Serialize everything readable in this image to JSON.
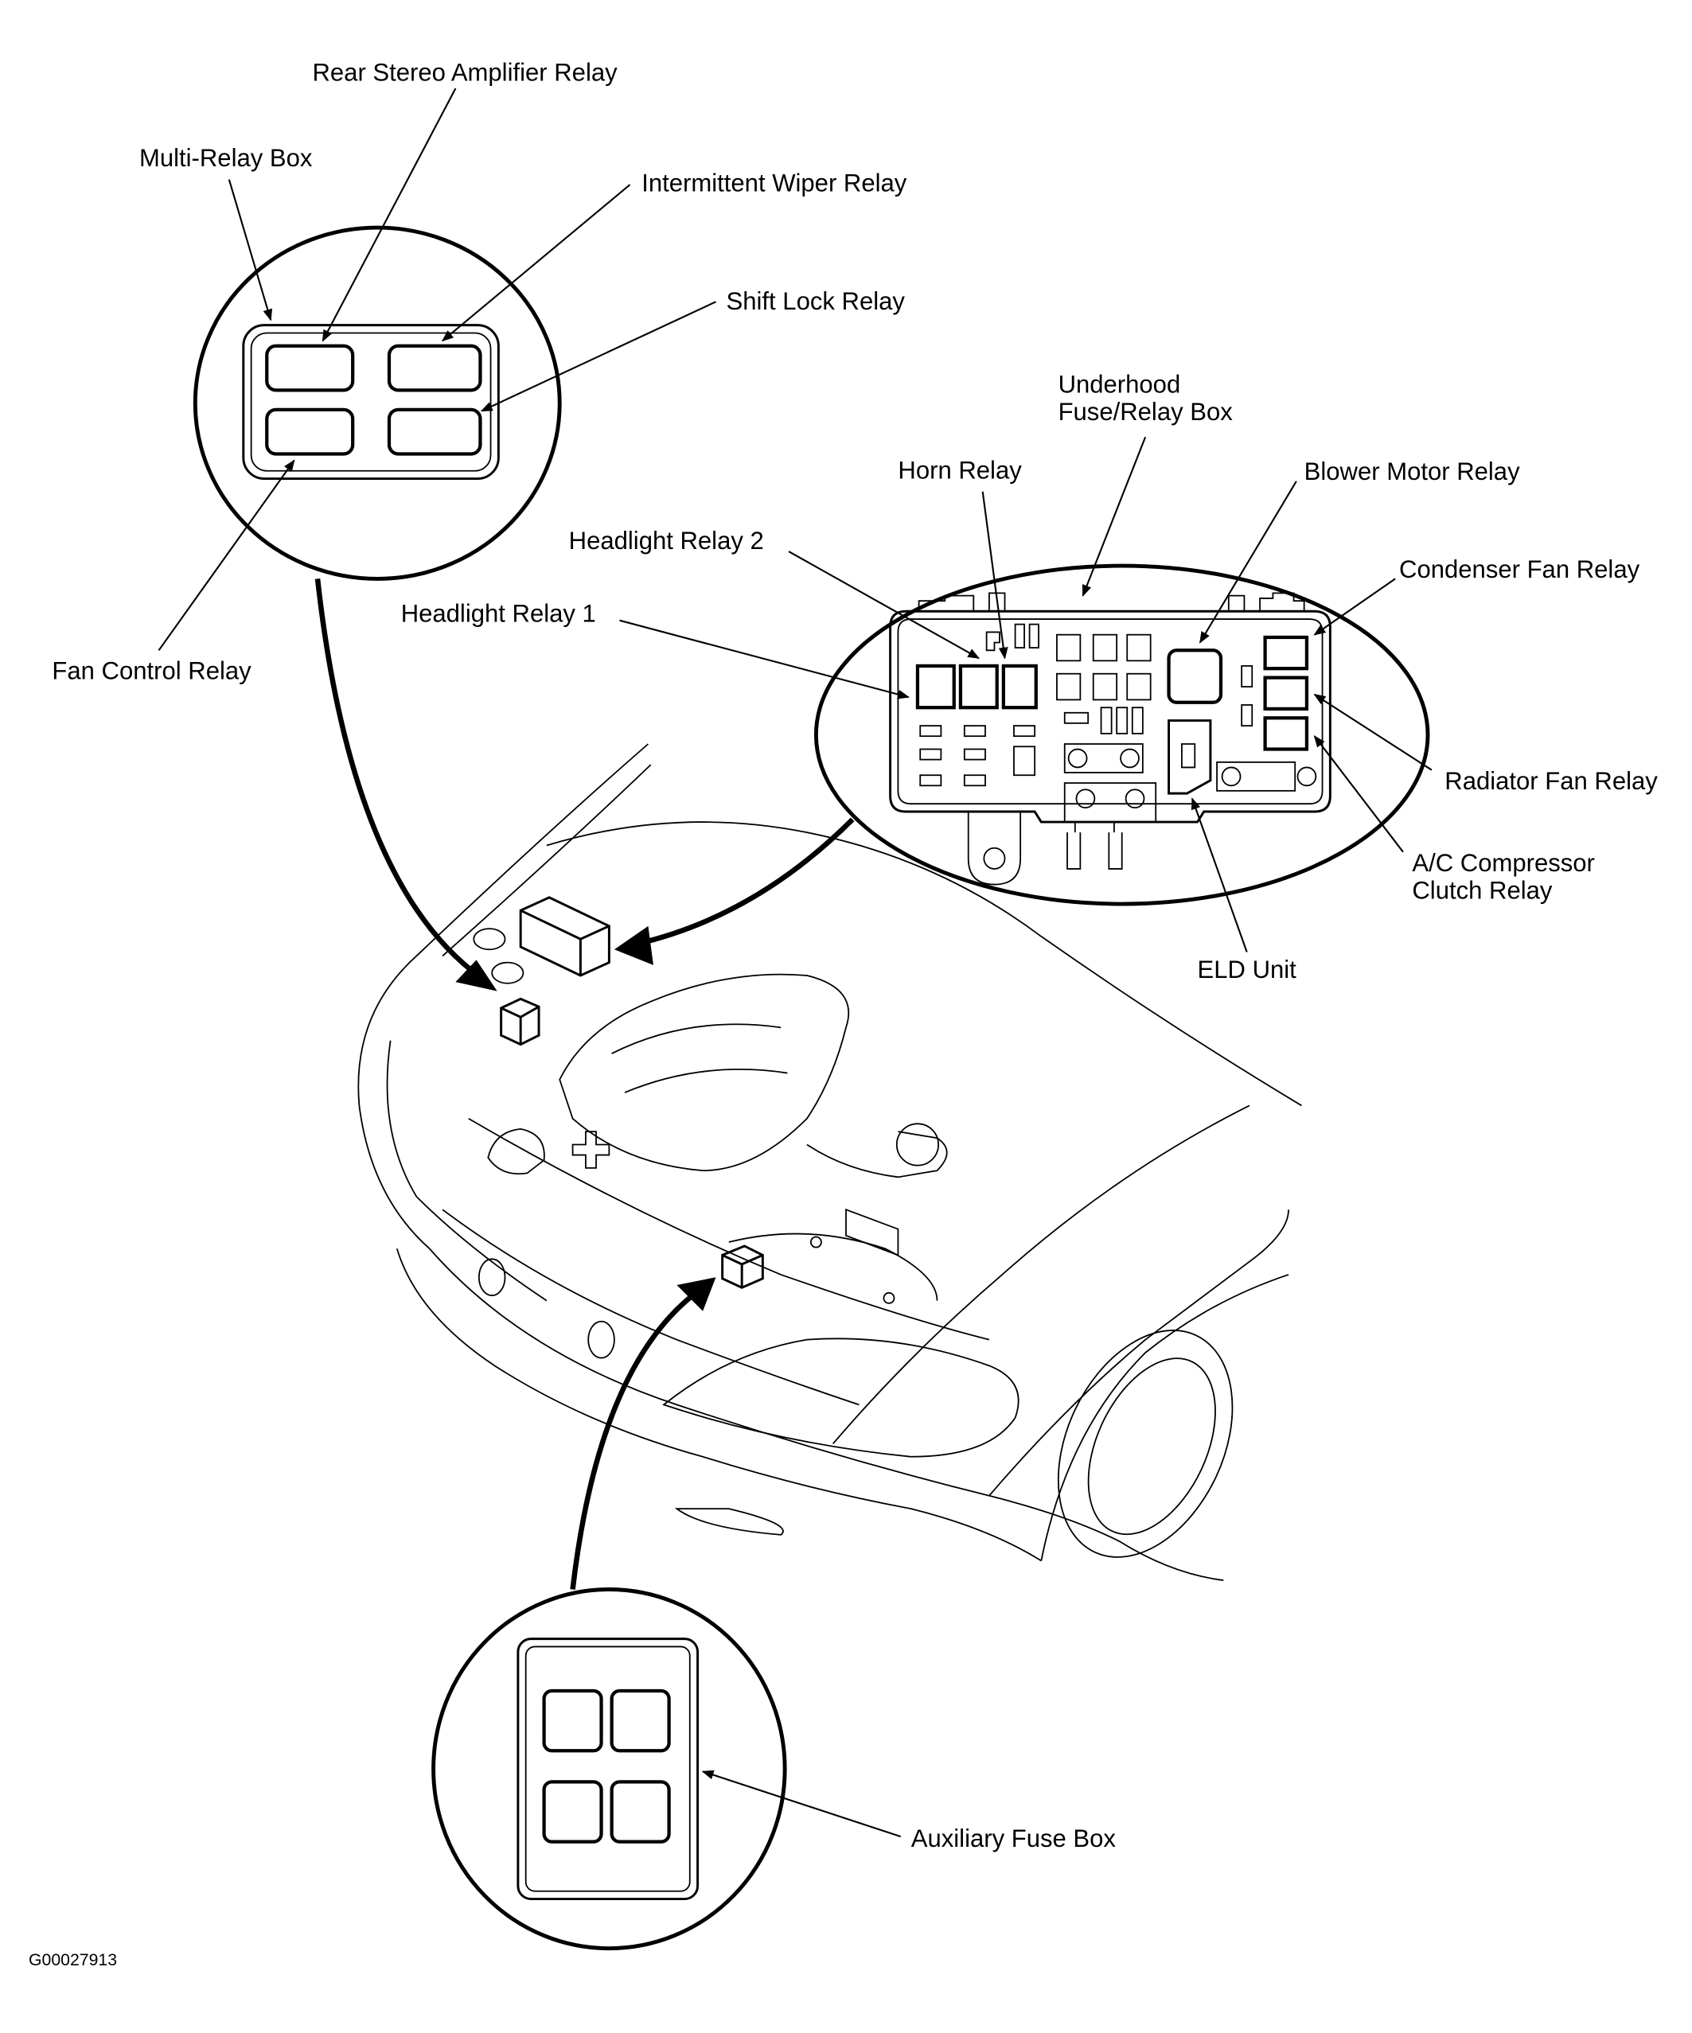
{
  "figure_id": "G00027913",
  "colors": {
    "ink": "#000000",
    "paper": "#ffffff"
  },
  "callouts": {
    "multi_relay_box": {
      "title": "Multi-Relay Box",
      "labels": {
        "rear_stereo_amplifier_relay": "Rear Stereo Amplifier Relay",
        "multi_relay_box": "Multi-Relay Box",
        "intermittent_wiper_relay": "Intermittent Wiper Relay",
        "shift_lock_relay": "Shift Lock Relay",
        "fan_control_relay": "Fan Control Relay"
      }
    },
    "underhood_box": {
      "title_line1": "Underhood",
      "title_line2": "Fuse/Relay Box",
      "labels": {
        "horn_relay": "Horn Relay",
        "headlight_relay_2": "Headlight Relay 2",
        "headlight_relay_1": "Headlight Relay 1",
        "blower_motor_relay": "Blower Motor Relay",
        "condenser_fan_relay": "Condenser Fan Relay",
        "radiator_fan_relay": "Radiator Fan Relay",
        "ac_compressor_line1": "A/C Compressor",
        "ac_compressor_line2": "Clutch Relay",
        "eld_unit": "ELD Unit"
      }
    },
    "auxiliary_fuse_box": {
      "label": "Auxiliary Fuse Box"
    }
  }
}
